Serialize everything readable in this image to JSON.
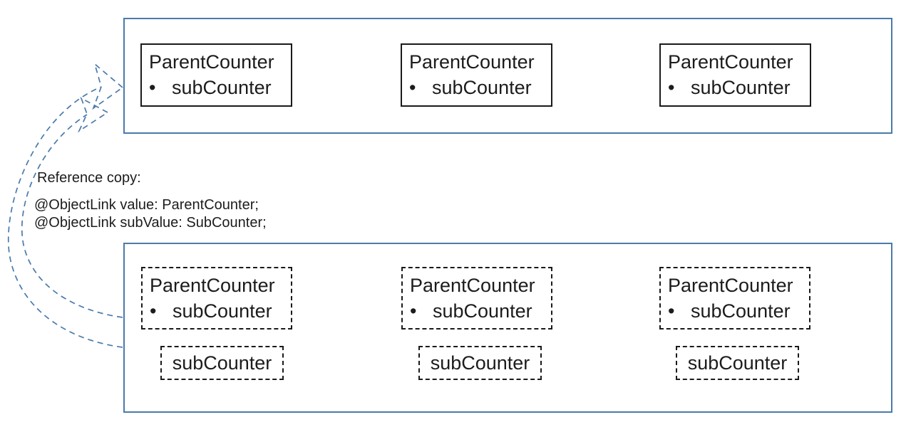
{
  "note": {
    "title": "Reference copy:",
    "lines": [
      "@ObjectLink value: ParentCounter;",
      "@ObjectLink subValue: SubCounter;"
    ]
  },
  "top_row": {
    "boxes": [
      {
        "title": "ParentCounter",
        "bullet": "•",
        "item": "subCounter"
      },
      {
        "title": "ParentCounter",
        "bullet": "•",
        "item": "subCounter"
      },
      {
        "title": "ParentCounter",
        "bullet": "•",
        "item": "subCounter"
      }
    ]
  },
  "bottom_row": {
    "boxes": [
      {
        "title": "ParentCounter",
        "bullet": "•",
        "item": "subCounter",
        "sub": "subCounter"
      },
      {
        "title": "ParentCounter",
        "bullet": "•",
        "item": "subCounter",
        "sub": "subCounter"
      },
      {
        "title": "ParentCounter",
        "bullet": "•",
        "item": "subCounter",
        "sub": "subCounter"
      }
    ]
  },
  "colors": {
    "panel_border": "#4a7aab",
    "arrow": "#4a7aab",
    "box_border": "#1a1a1a",
    "text": "#1c1c1c"
  }
}
